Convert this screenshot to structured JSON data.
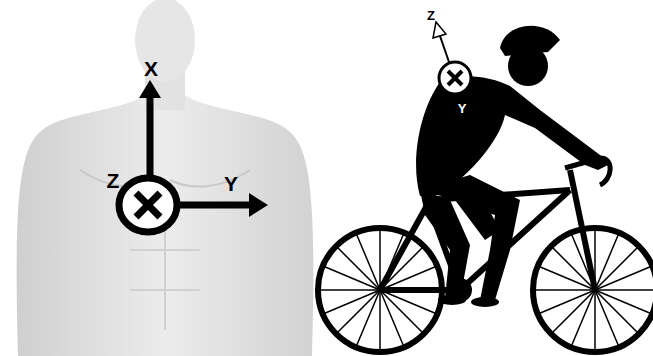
{
  "diagram": {
    "labels": [
      "X",
      "Z",
      "Y",
      "Z",
      "X",
      "Y"
    ]
  }
}
